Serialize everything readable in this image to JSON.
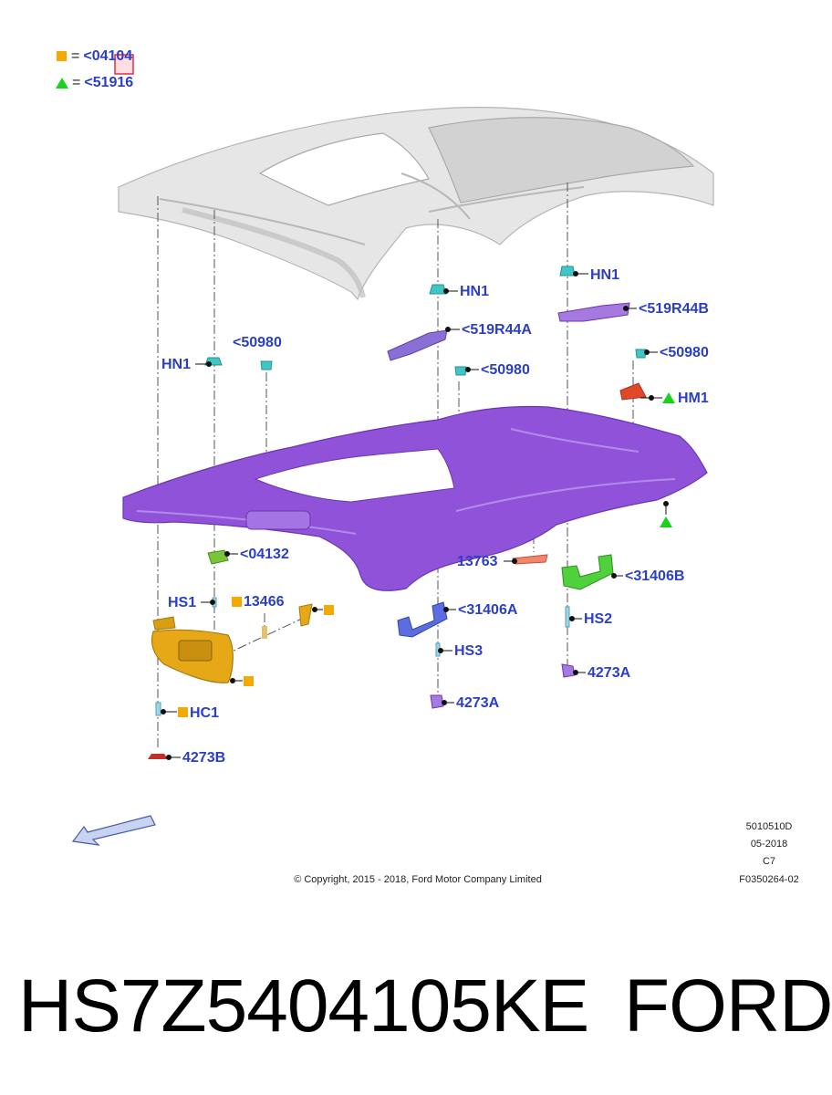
{
  "legend": [
    {
      "symbol": "square",
      "color": "#f5a800",
      "eq": "=",
      "text": "<04104"
    },
    {
      "symbol": "triangle",
      "color": "#19d219",
      "eq": "=",
      "text": "<51916"
    }
  ],
  "colors": {
    "label": "#2b3fc6",
    "headliner": "#8f52d9",
    "roof": "#e2e2e2",
    "visor": "#e6a817",
    "handle_blue": "#5b6de0",
    "handle_green": "#4fd13c",
    "clip_teal": "#3fc7c7",
    "red_part": "#e0482a"
  },
  "callouts": {
    "hn1_a": "HN1",
    "hn1_b": "HN1",
    "hn1_c": "HN1",
    "r519_a": "<519R44A",
    "r519_b": "<519R44B",
    "r50980_a": "<50980",
    "r50980_b": "<50980",
    "r50980_c": "<50980",
    "hm1": "HM1",
    "r04132": "<04132",
    "hs1": "HS1",
    "p13466": "13466",
    "p13763": "13763",
    "r31406a": "<31406A",
    "r31406b": "<31406B",
    "hs2": "HS2",
    "hs3": "HS3",
    "p4273a_a": "4273A",
    "p4273a_b": "4273A",
    "hc1": "HC1",
    "p4273b": "4273B"
  },
  "info": {
    "line1": "5010510D",
    "line2": "05-2018",
    "line3": "C7",
    "line4": "F0350264-02"
  },
  "copyright": "© Copyright, 2015 - 2018, Ford Motor Company Limited",
  "part_number": "HS7Z5404105KE",
  "brand": "FORD"
}
